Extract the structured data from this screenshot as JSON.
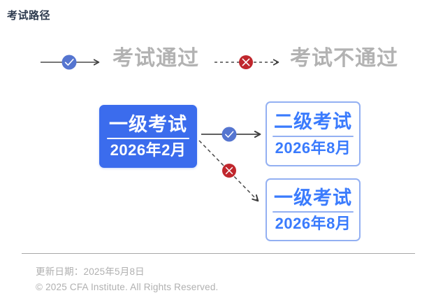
{
  "header": {
    "title": "考试路径"
  },
  "legend": {
    "items": [
      {
        "key": "pass",
        "label": "考试通过",
        "marker_icon": "check-circle-icon",
        "line_style": "solid",
        "color": "#5575d0"
      },
      {
        "key": "fail",
        "label": "考试不通过",
        "marker_icon": "x-circle-icon",
        "line_style": "dashed",
        "color": "#c0272d"
      }
    ]
  },
  "diagram": {
    "type": "flowchart",
    "nodes": [
      {
        "id": "l1-feb",
        "title": "一级考试",
        "date": "2026年2月",
        "style": "filled",
        "fill": "#3b6ced",
        "text_color": "#ffffff"
      },
      {
        "id": "l2-aug",
        "title": "二级考试",
        "date": "2026年8月",
        "style": "outlined",
        "border": "#93b0f2",
        "text_color": "#3a7bfd"
      },
      {
        "id": "l1-aug",
        "title": "一级考试",
        "date": "2026年8月",
        "style": "outlined",
        "border": "#93b0f2",
        "text_color": "#3a7bfd"
      }
    ],
    "edges": [
      {
        "id": "pass-edge",
        "from": "l1-feb",
        "to": "l2-aug",
        "kind": "pass",
        "line_style": "solid",
        "marker_icon": "check-circle-icon",
        "color": "#4a4a4a"
      },
      {
        "id": "fail-edge",
        "from": "l1-feb",
        "to": "l1-aug",
        "kind": "fail",
        "line_style": "dashed",
        "marker_icon": "x-circle-icon",
        "color": "#4a4a4a"
      }
    ]
  },
  "footer": {
    "updated": "更新日期：2025年5月8日",
    "copyright": "© 2025 CFA Institute. All Rights Reserved."
  },
  "colors": {
    "primary_blue": "#3b6ced",
    "outline_blue": "#93b0f2",
    "text_blue": "#3a7bfd",
    "pass_marker": "#5575d0",
    "fail_marker": "#c0272d",
    "legend_text": "#b2b2b2",
    "footer_text": "#b0b0b0",
    "title_text": "#2d3a4e"
  }
}
